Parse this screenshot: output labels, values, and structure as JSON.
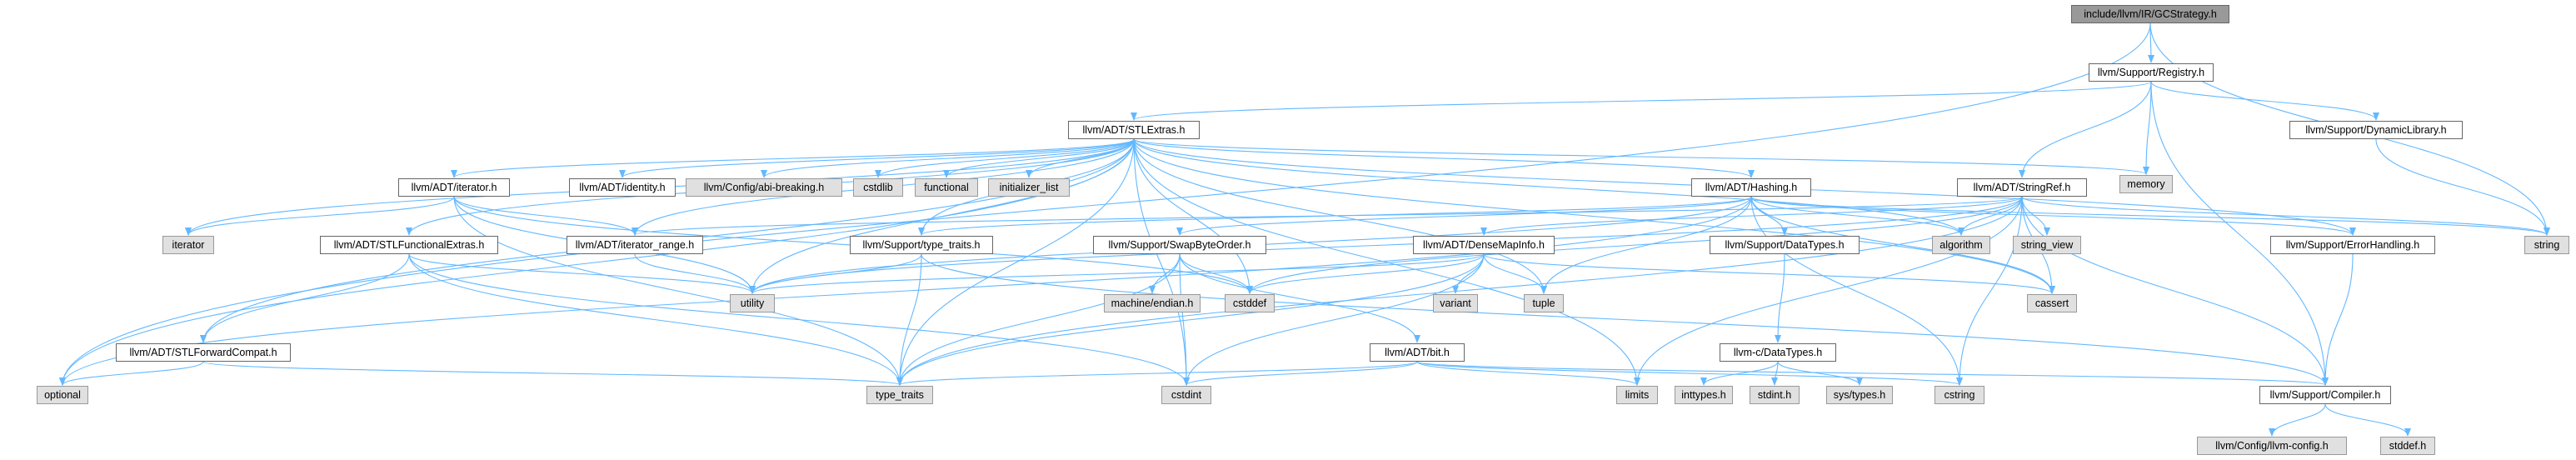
{
  "colors": {
    "edge": "#63b8ff",
    "root_fill": "#999999",
    "system_fill": "#e0e0e0",
    "node_border": "#666666"
  },
  "nodes": {
    "gcstrategy": "include/llvm/IR/GCStrategy.h",
    "registry": "llvm/Support/Registry.h",
    "stlextras": "llvm/ADT/STLExtras.h",
    "dynamiclibrary": "llvm/Support/DynamicLibrary.h",
    "memory": "memory",
    "iterator_h": "llvm/ADT/iterator.h",
    "identity": "llvm/ADT/identity.h",
    "abi_breaking": "llvm/Config/abi-breaking.h",
    "cstdlib": "cstdlib",
    "functional": "functional",
    "initializer_list": "initializer_list",
    "hashing": "llvm/ADT/Hashing.h",
    "stringref": "llvm/ADT/StringRef.h",
    "iterator_std": "iterator",
    "stlfunctionalextras": "llvm/ADT/STLFunctionalExtras.h",
    "iterator_range": "llvm/ADT/iterator_range.h",
    "type_traits_h": "llvm/Support/type_traits.h",
    "swapbyteorder": "llvm/Support/SwapByteOrder.h",
    "densemapinfo": "llvm/ADT/DenseMapInfo.h",
    "datatypes_support": "llvm/Support/DataTypes.h",
    "algorithm": "algorithm",
    "string_view": "string_view",
    "errorhandling": "llvm/Support/ErrorHandling.h",
    "string": "string",
    "utility": "utility",
    "machine_endian": "machine/endian.h",
    "cstddef": "cstddef",
    "variant": "variant",
    "tuple": "tuple",
    "cassert": "cassert",
    "stlforwardcompat": "llvm/ADT/STLForwardCompat.h",
    "bit": "llvm/ADT/bit.h",
    "c_datatypes": "llvm-c/DataTypes.h",
    "optional": "optional",
    "type_traits": "type_traits",
    "cstdint": "cstdint",
    "limits": "limits",
    "inttypes": "inttypes.h",
    "stdint": "stdint.h",
    "sys_types": "sys/types.h",
    "cstring": "cstring",
    "compiler": "llvm/Support/Compiler.h",
    "llvm_config": "llvm/Config/llvm-config.h",
    "stddef": "stddef.h"
  }
}
